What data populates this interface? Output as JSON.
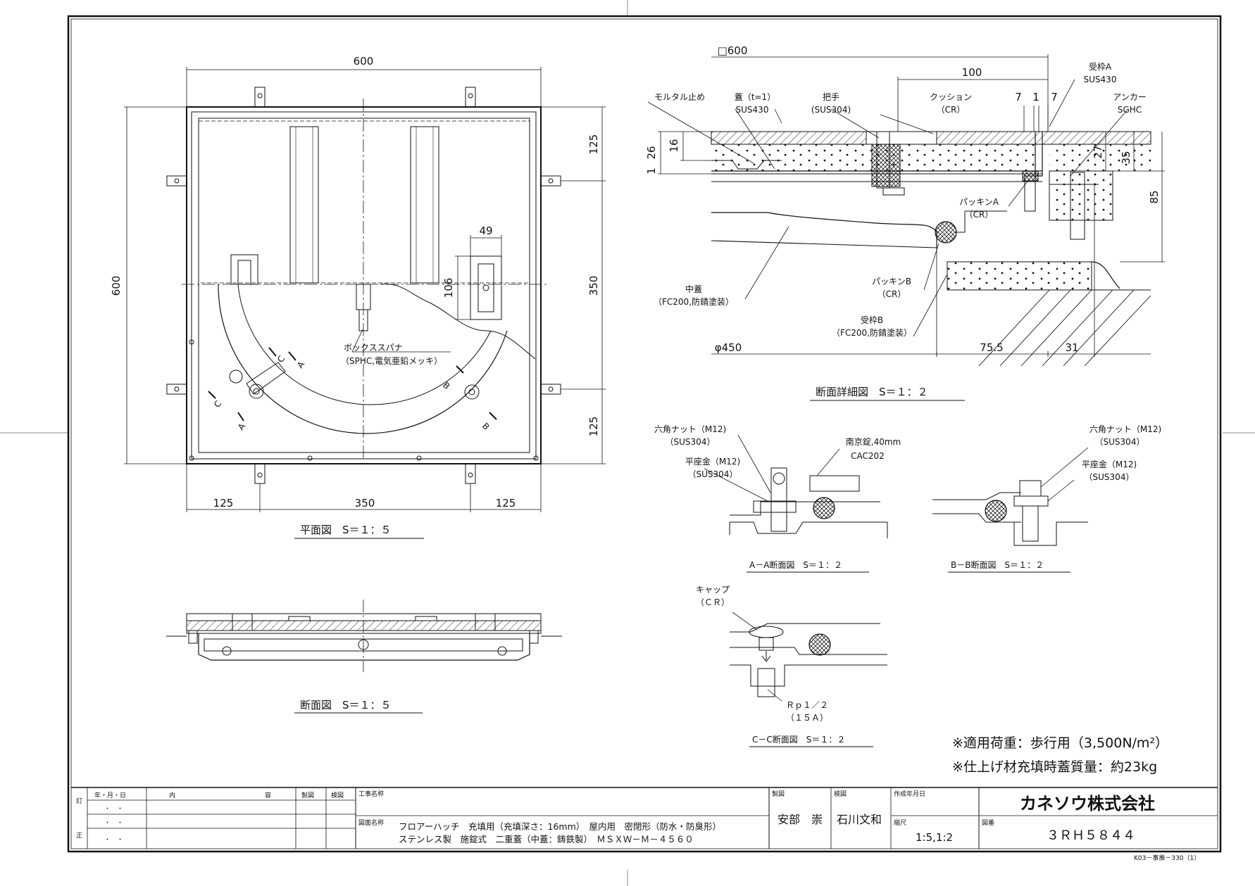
{
  "plan": {
    "dim_top": "600",
    "dim_left": "600",
    "dim_right_top": "125",
    "dim_right_mid": "350",
    "dim_right_bottom": "125",
    "dim_bottom_left": "125",
    "dim_bottom_mid": "350",
    "dim_bottom_right": "125",
    "dim_handle_w": "49",
    "dim_handle_h": "106",
    "label_box_spanner": "ボックススパナ",
    "label_box_spanner_spec": "（SPHC,電気亜鉛メッキ）",
    "marker_a": "A",
    "marker_b": "B",
    "marker_c": "C",
    "caption": "平面図　S＝１：５"
  },
  "section": {
    "caption": "断面図　S＝１：５"
  },
  "detail": {
    "dim_square": "□600",
    "dim_100": "100",
    "dim_7a": "7",
    "dim_1": "1",
    "dim_7b": "7",
    "dim_26": "26",
    "dim_16": "16",
    "dim_1b": "1",
    "dim_27": "27",
    "dim_35": "35",
    "dim_85": "85",
    "dim_phi450": "φ450",
    "dim_755": "75.5",
    "dim_31": "31",
    "label_mortar": "モルタル止め",
    "label_lid": "蓋（t=1）",
    "label_lid_mat": "SUS430",
    "label_handle": "把手",
    "label_handle_mat": "(SUS304)",
    "label_cushion": "クッション",
    "label_cushion_mat": "（CR）",
    "label_frame_a": "受枠A",
    "label_frame_a_mat": "SUS430",
    "label_anchor": "アンカー",
    "label_anchor_mat": "SGHC",
    "label_packing_a": "パッキンA",
    "label_packing_a_mat": "（CR）",
    "label_packing_b": "パッキンB",
    "label_packing_b_mat": "（CR）",
    "label_frame_b": "受枠B",
    "label_frame_b_mat": "（FC200,防錆塗装）",
    "label_inner_lid": "中蓋",
    "label_inner_lid_mat": "（FC200,防錆塗装）",
    "caption": "断面詳細図　S＝１：２"
  },
  "aa": {
    "label_nut": "六角ナット（M12)",
    "label_nut_mat": "（SUS304）",
    "label_washer": "平座金（M12)",
    "label_washer_mat": "（SUS304）",
    "label_lock": "南京錠,40mm",
    "label_lock_mat": "CAC202",
    "caption": "A－A断面図　S＝１：２"
  },
  "bb": {
    "label_nut": "六角ナット（M12)",
    "label_nut_mat": "（SUS304）",
    "label_washer": "平座金（M12)",
    "label_washer_mat": "（SUS304）",
    "caption": "B－B断面図　S＝１：２"
  },
  "cc": {
    "label_cap": "キャップ",
    "label_cap_mat": "（ＣＲ）",
    "label_rp": "Ｒｐ１／２",
    "label_rp2": "（１５Ａ）",
    "caption": "C－C断面図　S＝１：２"
  },
  "notes": {
    "load": "※適用荷重：歩行用（3,500N/m²）",
    "mass": "※仕上げ材充填時蓋質量：約23kg"
  },
  "title_block": {
    "rev_label": "訂",
    "rev_label2": "正",
    "col_date": "年・月・日",
    "col_content1": "内",
    "col_content2": "容",
    "col_drawn": "製図",
    "col_checked": "検図",
    "project_label": "工事名称",
    "drawing_name_label": "図面名称",
    "drawing_name_line1": "フロアーハッチ　充填用（充填深さ：16mm）　屋内用　密閉形（防水・防臭形）",
    "drawing_name_line2": "ステンレス製　施錠式　二重蓋（中蓋：鋳鉄製）　ＭＳＸＷ－Ｍ－４５６０",
    "drafter_label": "製図",
    "drafter": "安部　崇",
    "checker_label": "検図",
    "checker": "石川文和",
    "date_label": "作成年月日",
    "scale_label": "縮尺",
    "scale": "1:5,1:2",
    "number_label": "図番",
    "number": "３ＲＨ５８４４",
    "company": "カネソウ株式会社",
    "dot_row": "・　・",
    "form_code": "K03－事推－330（1）"
  }
}
